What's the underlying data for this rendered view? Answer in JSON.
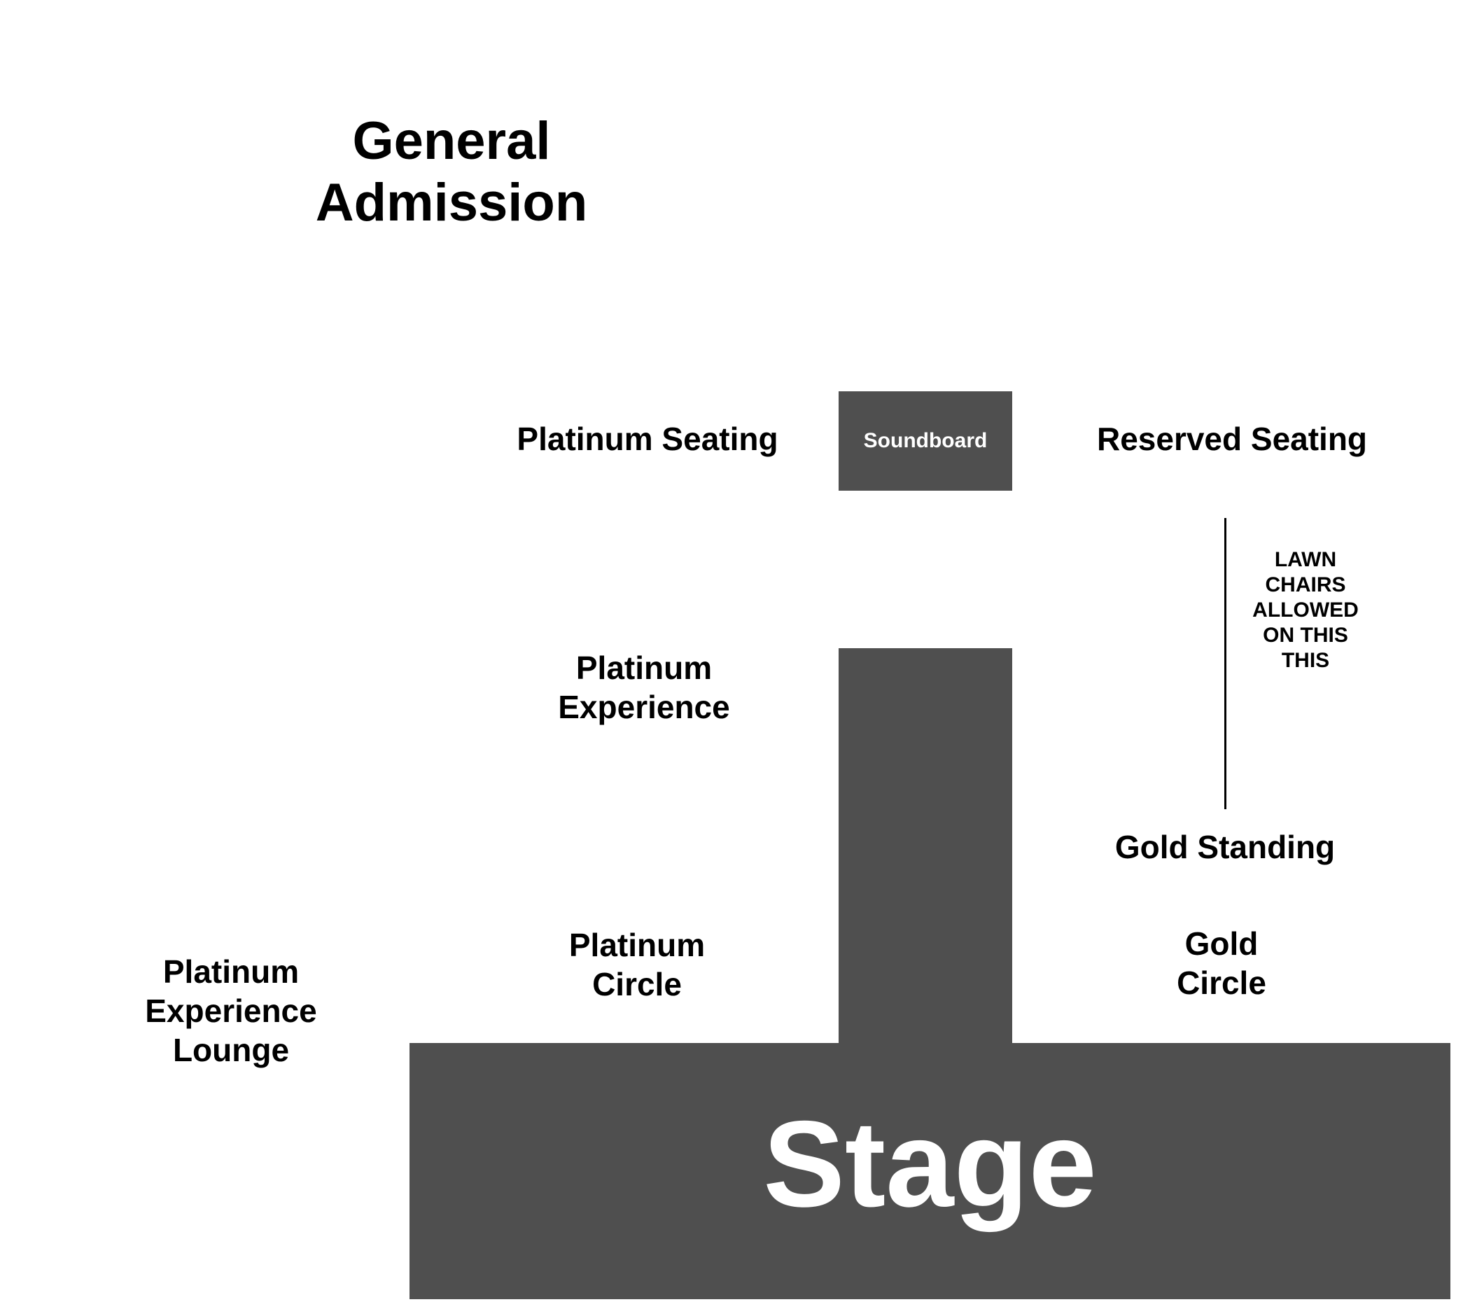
{
  "sections": {
    "general_admission": "General\nAdmission",
    "platinum_seating": "Platinum Seating",
    "reserved_seating": "Reserved Seating",
    "lawn_note": "LAWN\nCHAIRS\nALLOWED\nON THIS\nTHIS",
    "platinum_experience": "Platinum\nExperience",
    "gold_standing": "Gold Standing",
    "platinum_circle": "Platinum\nCircle",
    "gold_circle": "Gold\nCircle",
    "platinum_experience_lounge": "Platinum\nExperience\nLounge"
  },
  "blocks": {
    "soundboard": "Soundboard",
    "stage": "Stage"
  },
  "colors": {
    "block_fill": "#4f4f4f",
    "block_text": "#ffffff",
    "label_text": "#000000",
    "background": "#ffffff"
  }
}
